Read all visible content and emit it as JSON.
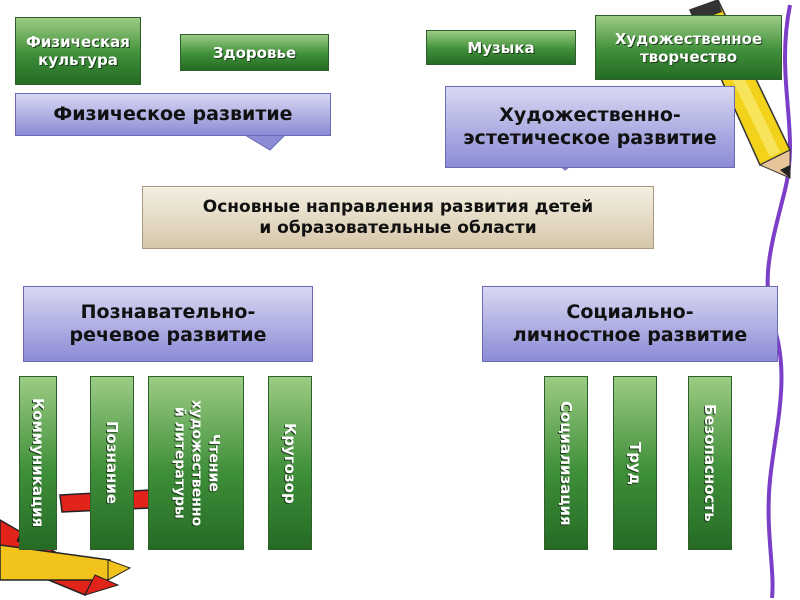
{
  "top_left": {
    "physical_culture": "Физическая\nкультура",
    "health": "Здоровье",
    "physical_development": "Физическое развитие"
  },
  "top_right": {
    "music": "Музыка",
    "art_creativity": "Художественное\nтворчество",
    "art_aesthetic_development": "Художественно-\nэстетическое развитие"
  },
  "center": {
    "title": "Основные направления развития детей\nи образовательные области"
  },
  "bottom_left": {
    "cognitive_speech_development": "Познавательно-\nречевое развитие",
    "areas": [
      "Коммуникация",
      "Познание",
      "Чтение\nхудожественно\nй литературы",
      "Кругозор"
    ]
  },
  "bottom_right": {
    "social_personal_development": "Социально-\nличностное развитие",
    "areas": [
      "Социализация",
      "Труд",
      "Безопасность"
    ]
  },
  "colors": {
    "green_box": "#3f8f3a",
    "blue_box": "#8b8bd6",
    "tan_box": "#d6c7aa"
  },
  "decorations": [
    "pencil-icon",
    "crayons-icon",
    "purple-ribbon"
  ]
}
